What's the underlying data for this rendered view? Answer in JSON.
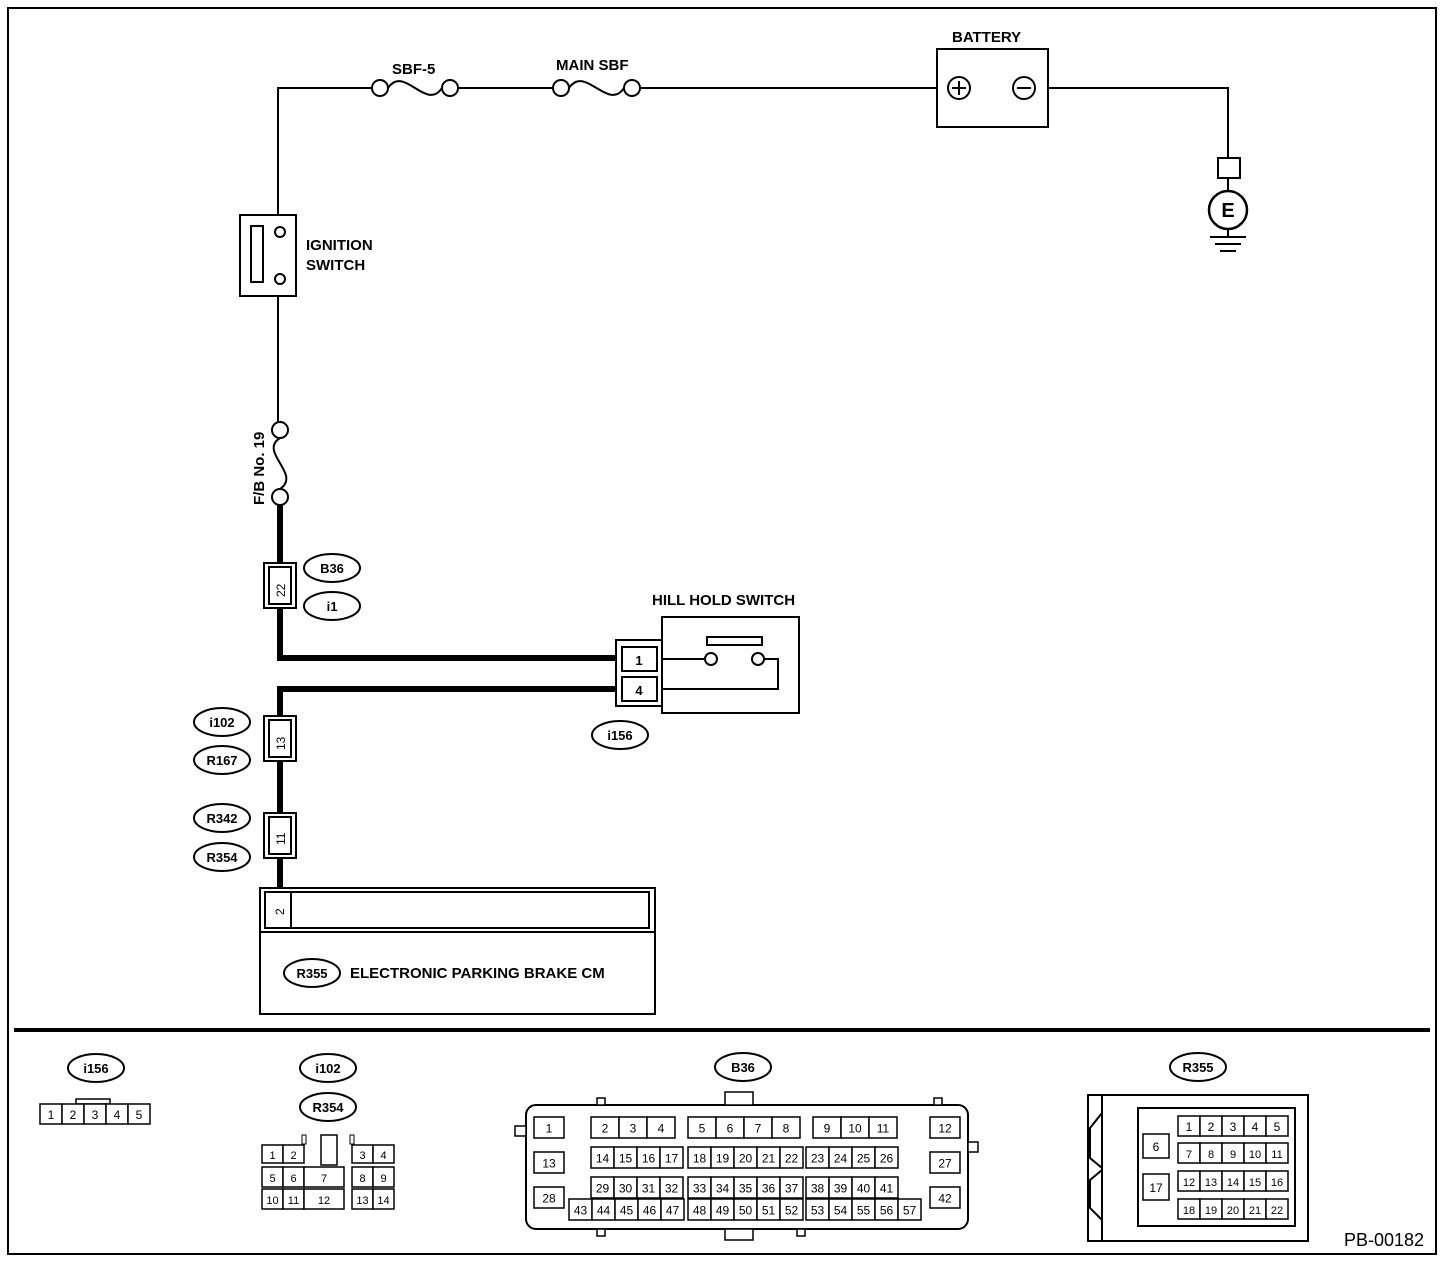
{
  "diagram": {
    "labels": {
      "battery": "BATTERY",
      "sbf5": "SBF-5",
      "main_sbf": "MAIN SBF",
      "ground": "E",
      "ignition_line1": "IGNITION",
      "ignition_line2": "SWITCH",
      "fuse19": "F/B No. 19",
      "hill_hold": "HILL HOLD SWITCH",
      "epb": "ELECTRONIC PARKING BRAKE CM",
      "ref": "PB-00182"
    },
    "connectors": {
      "b36": "B36",
      "i1": "i1",
      "i102": "i102",
      "r167": "R167",
      "r342": "R342",
      "r354": "R354",
      "i156": "i156",
      "r355": "R355"
    },
    "pins": {
      "b36_i1": "22",
      "i102_r167": "13",
      "r342_r354": "11",
      "hh_1": "1",
      "hh_4": "4",
      "epb_2": "2"
    }
  },
  "connector_views": {
    "i156": {
      "label": "i156",
      "pins": [
        "1",
        "2",
        "3",
        "4",
        "5"
      ]
    },
    "i102": {
      "labels": [
        "i102",
        "R354"
      ],
      "pins": [
        "1",
        "2",
        "3",
        "4",
        "5",
        "6",
        "7",
        "8",
        "9",
        "10",
        "11",
        "12",
        "13",
        "14"
      ]
    },
    "b36": {
      "label": "B36",
      "pins": [
        "1",
        "2",
        "3",
        "4",
        "5",
        "6",
        "7",
        "8",
        "9",
        "10",
        "11",
        "12",
        "13",
        "14",
        "15",
        "16",
        "17",
        "18",
        "19",
        "20",
        "21",
        "22",
        "23",
        "24",
        "25",
        "26",
        "27",
        "28",
        "29",
        "30",
        "31",
        "32",
        "33",
        "34",
        "35",
        "36",
        "37",
        "38",
        "39",
        "40",
        "41",
        "42",
        "43",
        "44",
        "45",
        "46",
        "47",
        "48",
        "49",
        "50",
        "51",
        "52",
        "53",
        "54",
        "55",
        "56",
        "57"
      ]
    },
    "r355": {
      "label": "R355",
      "pins": [
        "1",
        "2",
        "3",
        "4",
        "5",
        "6",
        "7",
        "8",
        "9",
        "10",
        "11",
        "12",
        "13",
        "14",
        "15",
        "16",
        "17",
        "18",
        "19",
        "20",
        "21",
        "22"
      ]
    }
  }
}
